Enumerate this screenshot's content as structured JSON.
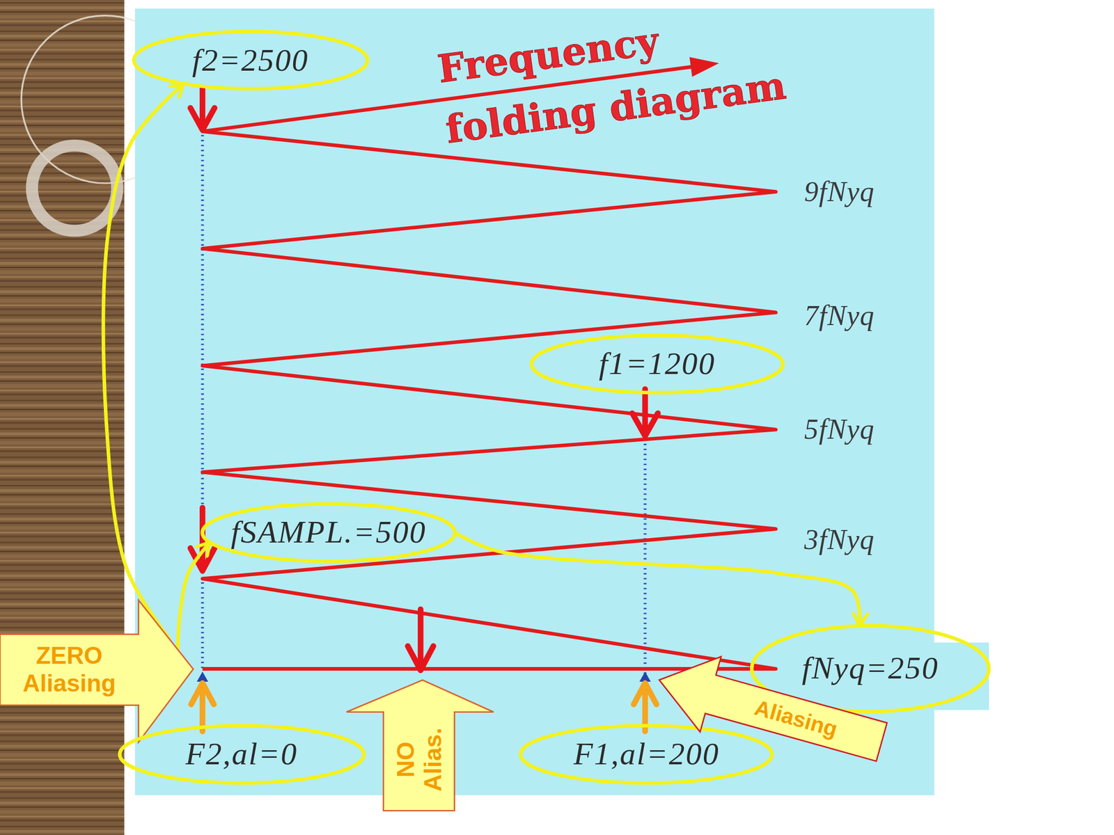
{
  "diagram": {
    "title": "Frequency folding diagram",
    "nodes": [
      {
        "text": [
          "f2=2500"
        ]
      },
      {
        "text": [
          "f1=1200"
        ]
      },
      {
        "text": [
          "fSAMPL.=500"
        ]
      },
      {
        "text": [
          "ZERO Aliasing"
        ]
      },
      {
        "text": [
          "fNyq=250"
        ]
      },
      {
        "text": [
          "F2,al=0"
        ]
      },
      {
        "text": [
          "NO Alias."
        ]
      },
      {
        "text": [
          "F1,al=200"
        ]
      },
      {
        "text": [
          "Aliasing"
        ]
      }
    ],
    "edges": [
      {
        "from": 2,
        "to": 4,
        "arrow": "to"
      },
      {
        "from": 3,
        "to": 0,
        "arrow": "to"
      },
      {
        "from": 3,
        "to": 2,
        "arrow": "to"
      }
    ],
    "labels": [
      "9fNyq",
      "7fNyq",
      "5fNyq",
      "3fNyq"
    ]
  }
}
